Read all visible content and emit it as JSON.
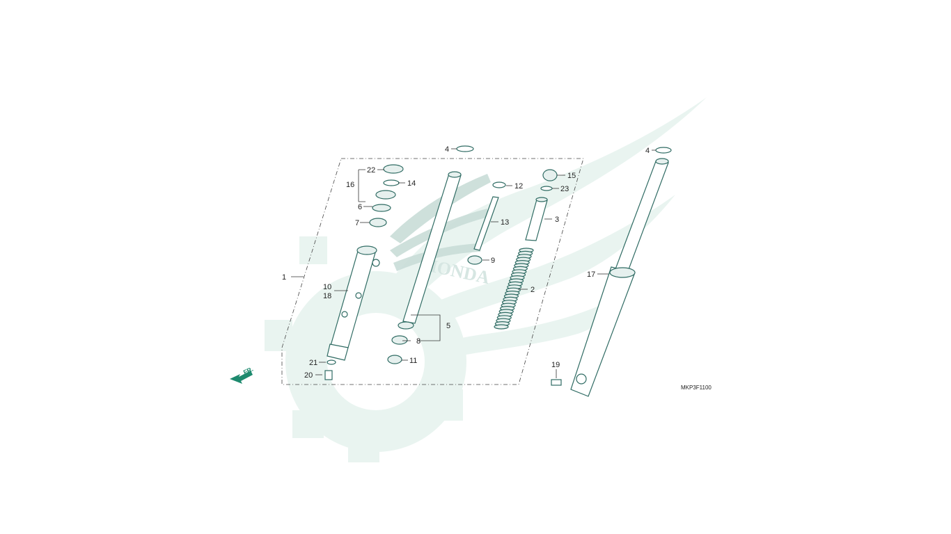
{
  "diagram": {
    "code": "MKP3F1100",
    "direction_label": "FR.",
    "watermark_text": "HONDA",
    "colors": {
      "watermark": "#e9f4f0",
      "parts": "#2f6b63",
      "arrow": "#1d8a6e"
    },
    "callouts": [
      "1",
      "2",
      "3",
      "4",
      "4",
      "5",
      "6",
      "7",
      "8",
      "9",
      "10",
      "11",
      "12",
      "13",
      "14",
      "15",
      "16",
      "17",
      "18",
      "19",
      "20",
      "21",
      "22",
      "23"
    ]
  }
}
